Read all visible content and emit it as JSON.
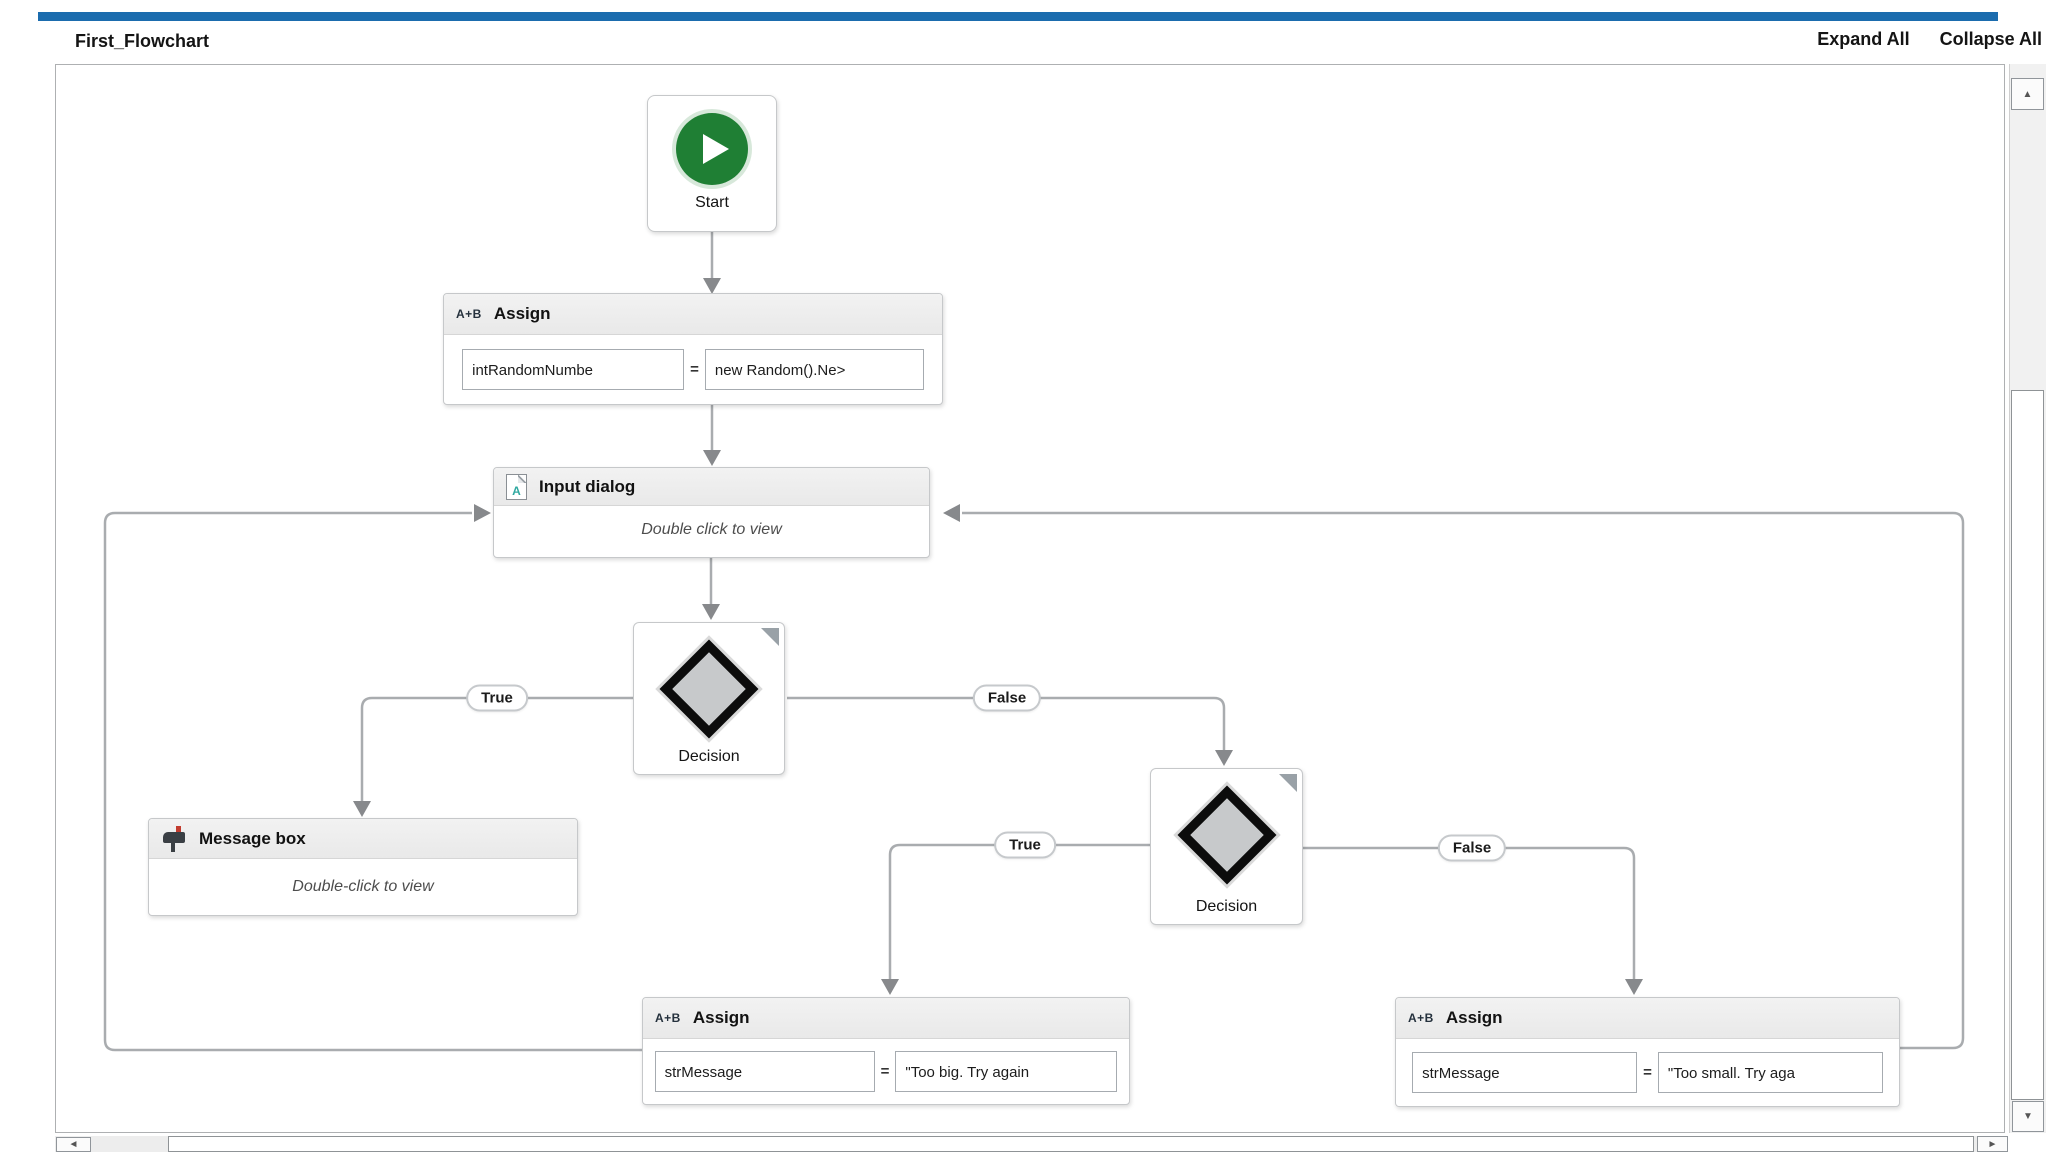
{
  "header": {
    "title": "First_Flowchart",
    "expand_all": "Expand All",
    "collapse_all": "Collapse All"
  },
  "flowchart": {
    "start": {
      "label": "Start"
    },
    "assign_random": {
      "icon_text": "A+B",
      "title": "Assign",
      "target": "intRandomNumbe",
      "operator": "=",
      "value": "new Random().Ne>"
    },
    "input_dialog": {
      "title": "Input dialog",
      "icon_letter": "A",
      "body": "Double click to view"
    },
    "decision_1": {
      "label": "Decision",
      "true_label": "True",
      "false_label": "False"
    },
    "message_box": {
      "title": "Message box",
      "body": "Double-click to view"
    },
    "decision_2": {
      "label": "Decision",
      "true_label": "True",
      "false_label": "False"
    },
    "assign_too_big": {
      "icon_text": "A+B",
      "title": "Assign",
      "target": "strMessage",
      "operator": "=",
      "value": "\"Too big. Try again"
    },
    "assign_too_small": {
      "icon_text": "A+B",
      "title": "Assign",
      "target": "strMessage",
      "operator": "=",
      "value": "\"Too small. Try aga"
    }
  },
  "scrollbars": {
    "up_glyph": "▲",
    "down_glyph": "▼",
    "left_glyph": "◄",
    "right_glyph": "►"
  },
  "colors": {
    "accent_bar": "#1b6cae",
    "start_green": "#1f7f34",
    "connector_line": "#a9acaf",
    "arrowhead": "#87898c",
    "mailbox_flag_red": "#c23b2e",
    "document_letter_teal": "#2fa8a0"
  }
}
